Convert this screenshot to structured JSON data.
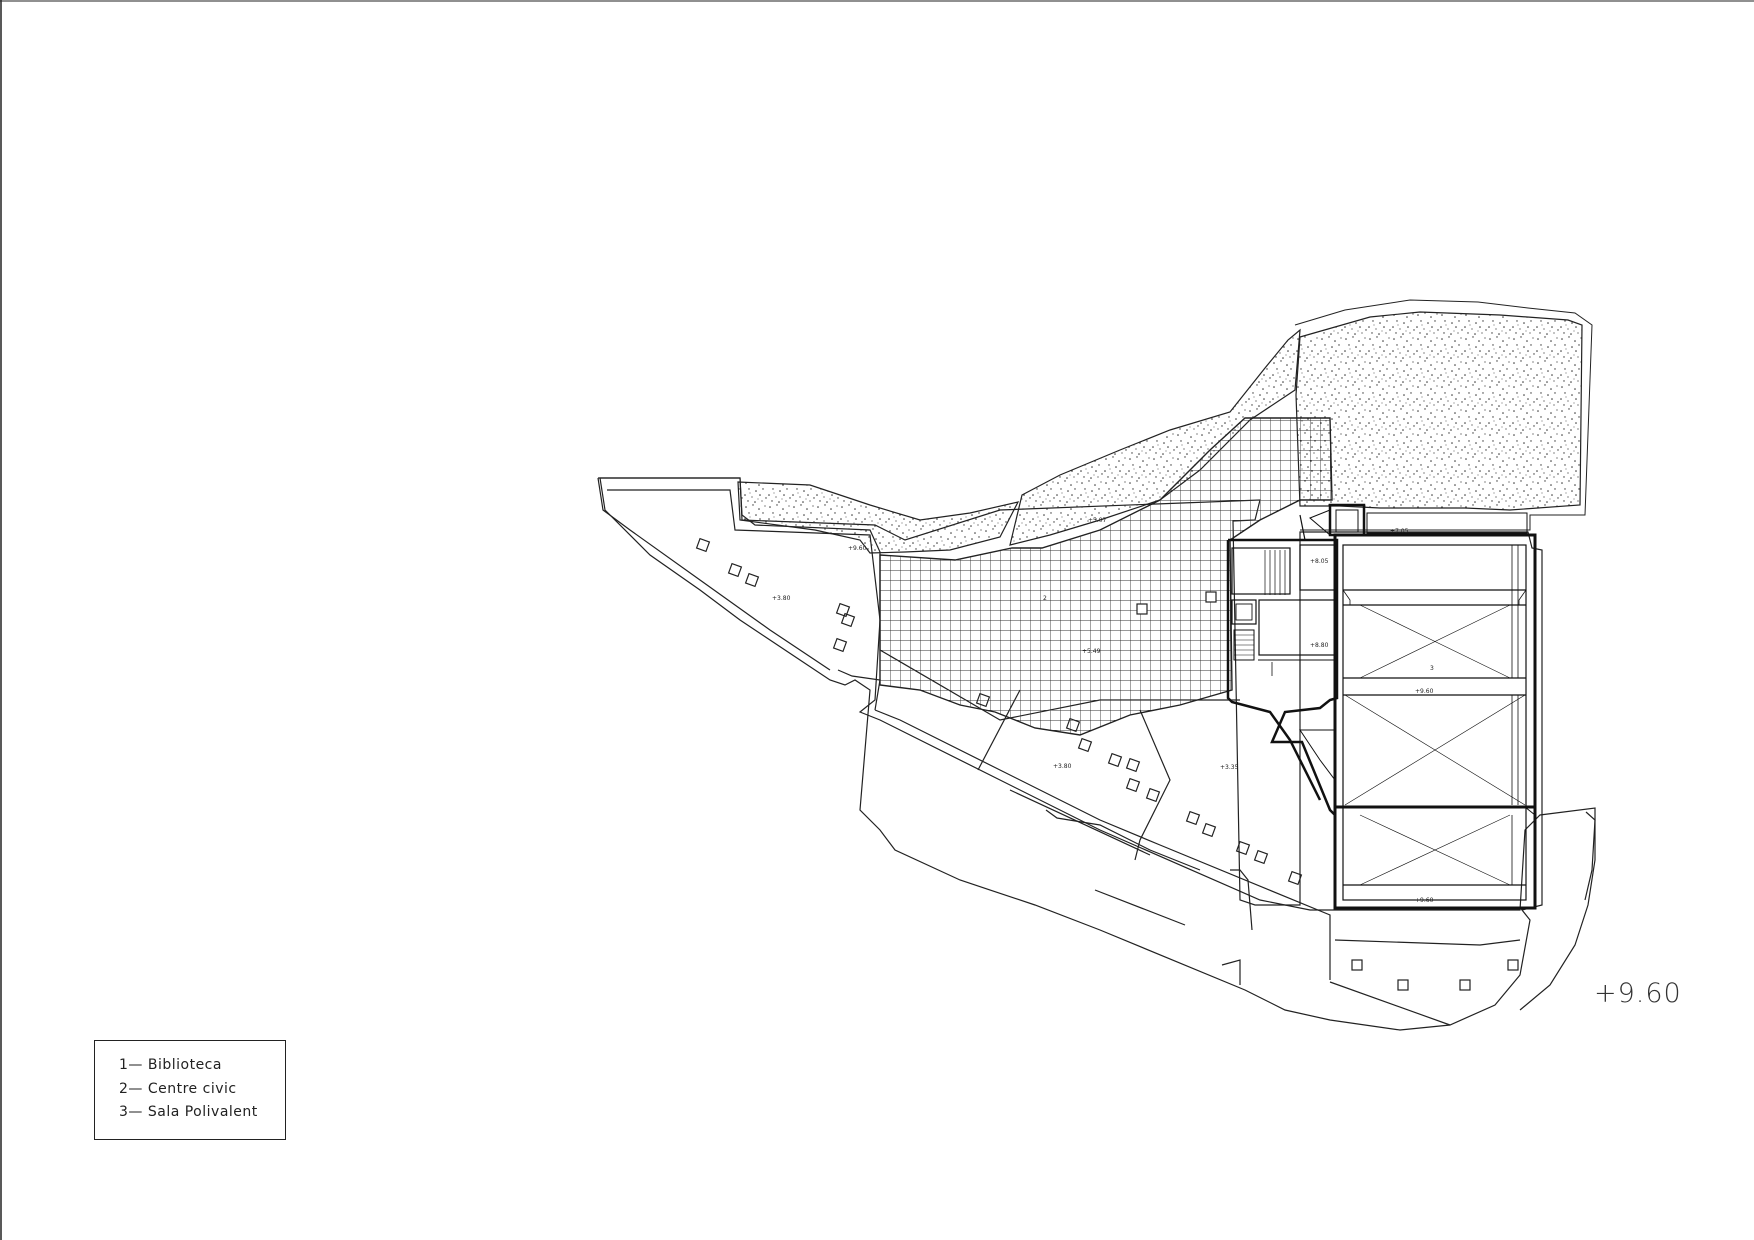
{
  "legend": {
    "items": [
      "1— Biblioteca",
      "2— Centre civic",
      "3— Sala Polivalent"
    ]
  },
  "plan": {
    "main_level": "+9.60",
    "level_marks": [
      "+3.80",
      "+5.49",
      "+5.07",
      "+9.60",
      "+7.05",
      "+8.05",
      "+8.80",
      "+3.80",
      "+3.35",
      "+9.60",
      "+9.60"
    ],
    "room_numbers": [
      "2",
      "3"
    ]
  }
}
